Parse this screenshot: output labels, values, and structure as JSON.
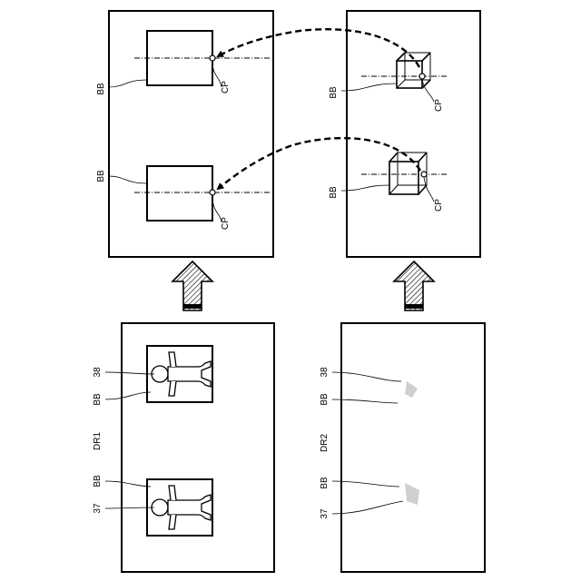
{
  "labels": {
    "bb": "BB",
    "cp": "CP",
    "dr1": "DR1",
    "dr2": "DR2",
    "ref_37": "37",
    "ref_38": "38"
  },
  "colors": {
    "line": "#000000",
    "background": "#ffffff",
    "speckle_ground": "#d8d8d8",
    "depth_dark": "#1a1a1a"
  },
  "icons": {
    "process_arrow": "upward-hatched-arrow",
    "mapping_arrow": "dashed-curved-arrow",
    "figure_37": "person-figure-icon",
    "figure_38": "person-figure-icon"
  }
}
